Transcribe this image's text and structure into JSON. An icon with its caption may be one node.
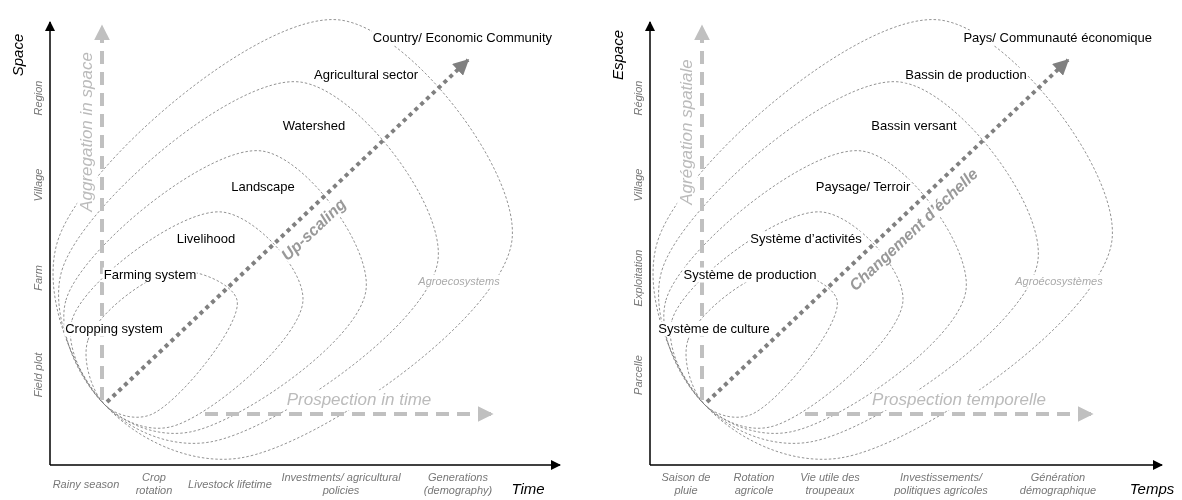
{
  "diagram": {
    "labels": [
      "Space",
      "Region",
      "Village",
      "Farm",
      "Field plot",
      "Aggregation in space",
      "Country/ Economic Community",
      "Agricultural sector",
      "Watershed",
      "Landscape",
      "Livelihood",
      "Up-scaling",
      "Farming system",
      "Agroecosystems",
      "Cropping system",
      "Prospection in time",
      "Rainy season",
      "Crop rotation",
      "Livestock lifetime",
      "Investments/ agricultural policies",
      "Generations (demography)",
      "Time",
      "Espace",
      "Région",
      "Village",
      "Exploitation",
      "Parcelle",
      "Agrégation spatiale",
      "Pays/ Communauté économique",
      "Bassin de production",
      "Bassin versant",
      "Paysage/ Terroir",
      "Système d’activités",
      "Changement d’échelle",
      "Système de production",
      "Agroécosystèmes",
      "Système de culture",
      "Prospection temporelle",
      "Saison de pluie",
      "Rotation agricole",
      "Vie utile des troupeaux",
      "Investissements/ politiques agricoles",
      "Génération démographique",
      "Temps"
    ]
  }
}
